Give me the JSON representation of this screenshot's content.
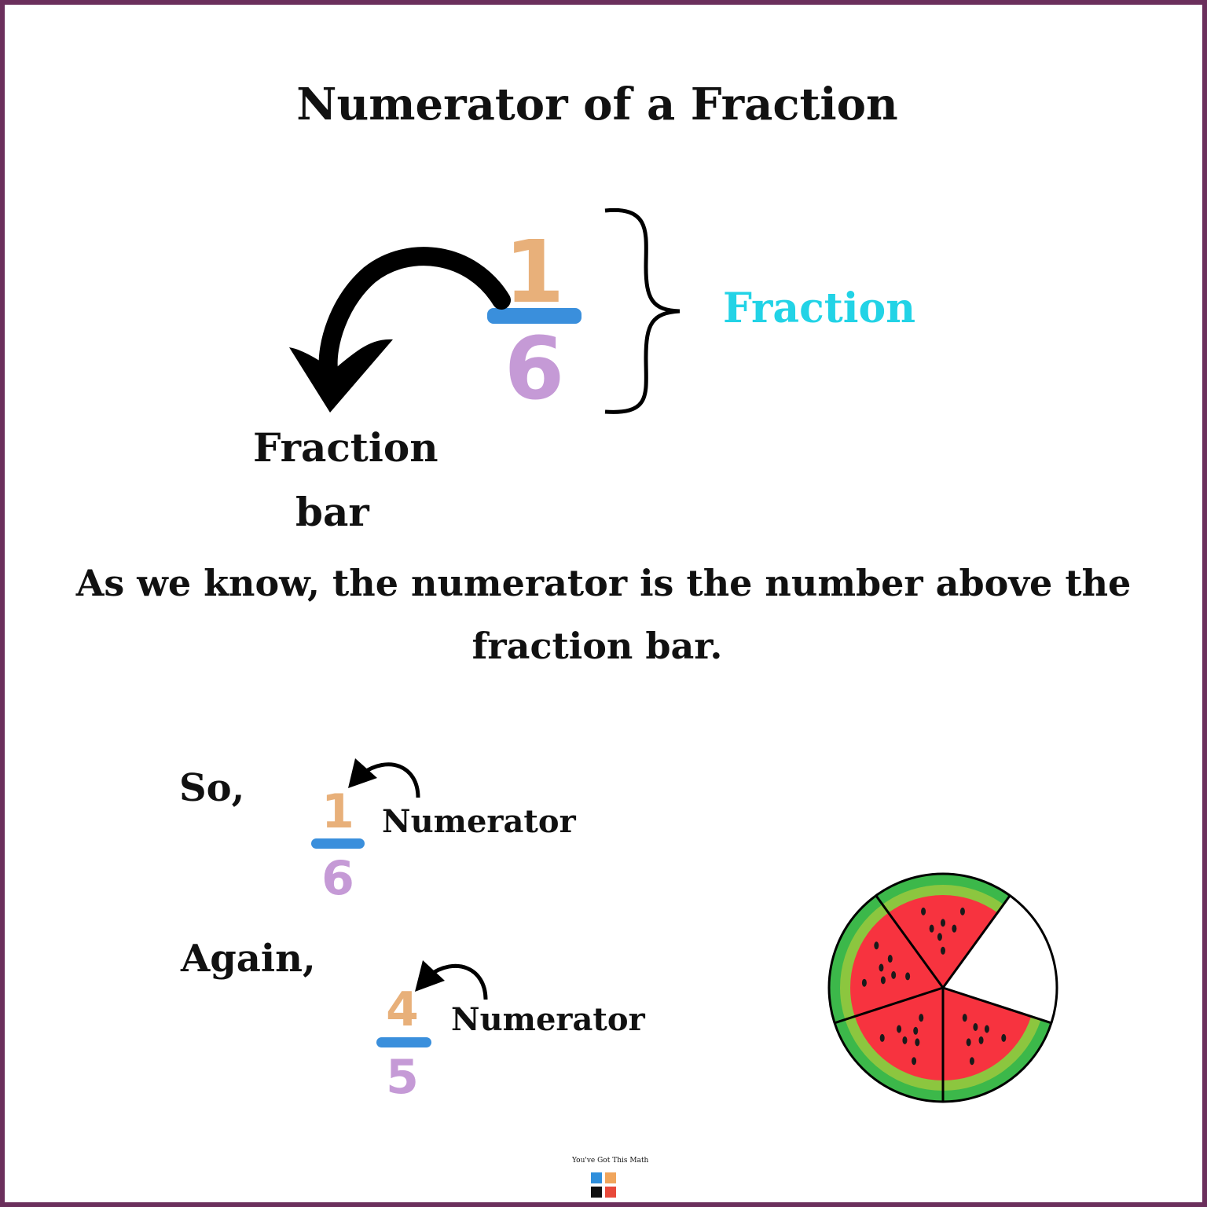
{
  "title": "Numerator of a Fraction",
  "main_fraction": {
    "numerator": "1",
    "denominator": "6",
    "brace_label": "Fraction",
    "bar_label_line1": "Fraction",
    "bar_label_line2": "bar"
  },
  "explanation": {
    "line1": "As we know, the numerator is the number above the",
    "line2": "fraction bar."
  },
  "example1": {
    "lead": "So,",
    "numerator": "1",
    "denominator": "6",
    "label": "Numerator"
  },
  "example2": {
    "lead": "Again,",
    "numerator": "4",
    "denominator": "5",
    "label": "Numerator"
  },
  "watermelon": {
    "total_slices": 5,
    "filled_slices": 4
  },
  "logo": {
    "text": "You've Got This Math"
  },
  "colors": {
    "numerator": "#e8b07a",
    "denominator": "#c59ad6",
    "bar": "#3a8fdc",
    "fraction_label": "#22d3e6",
    "border": "#6b2f5c",
    "rind_dark": "#3cb84a",
    "rind_light": "#8cc63f",
    "flesh": "#f7333f"
  }
}
